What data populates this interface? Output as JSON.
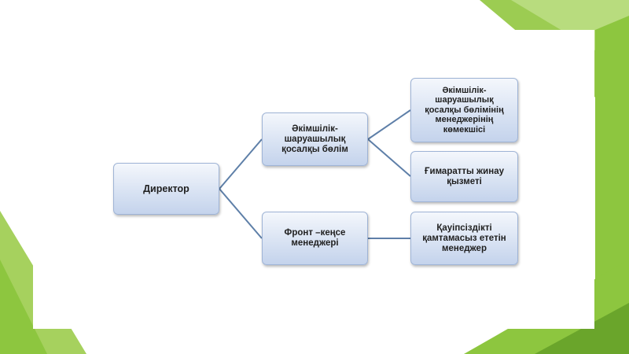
{
  "nodes": {
    "director": "Директор",
    "admin_dept": "Әкімшілік-шаруашылық қосалқы бөлім",
    "front_office": "Фронт –кеңсе менеджері",
    "admin_assistant": "Әкімшілік-шаруашылық қосалқы бөлімінің менеджерінің көмекшісі",
    "building_cleaning": "Ғимаратты жинау қызметі",
    "security_manager": "Қауіпсіздікті қамтамасыз ететін менеджер"
  },
  "colors": {
    "node_border": "#9fb4d6",
    "node_fill_top": "#f4f7fc",
    "node_fill_bottom": "#c4d3ec",
    "connector": "#5e7fa8",
    "accent_green": "#8dc63f",
    "accent_green_dark": "#6aa52b"
  }
}
